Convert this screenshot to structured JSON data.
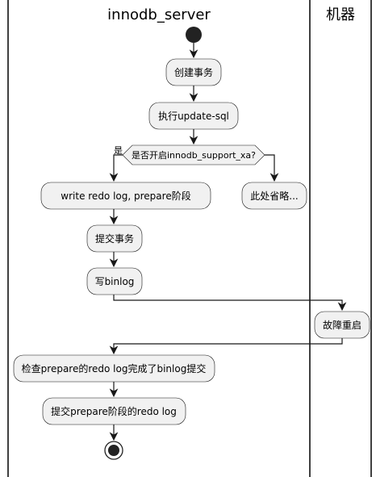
{
  "swimlanes": [
    {
      "id": "server",
      "title": "innodb_server"
    },
    {
      "id": "machine",
      "title": "机器"
    }
  ],
  "nodes": {
    "create_tx": "创建事务",
    "exec_sql": "执行update-sql",
    "decision": "是否开启innodb_support_xa?",
    "yes_label": "是",
    "write_redo": "write redo log, prepare阶段",
    "omit": "此处省略...",
    "commit_tx": "提交事务",
    "write_binlog": "写binlog",
    "crash_restart": "故障重启",
    "check_prepare": "检查prepare的redo log完成了binlog提交",
    "commit_prepare": "提交prepare阶段的redo log"
  },
  "colors": {
    "activity_fill": "#F1F1F1",
    "stroke": "#181818",
    "start_fill": "#222222"
  }
}
